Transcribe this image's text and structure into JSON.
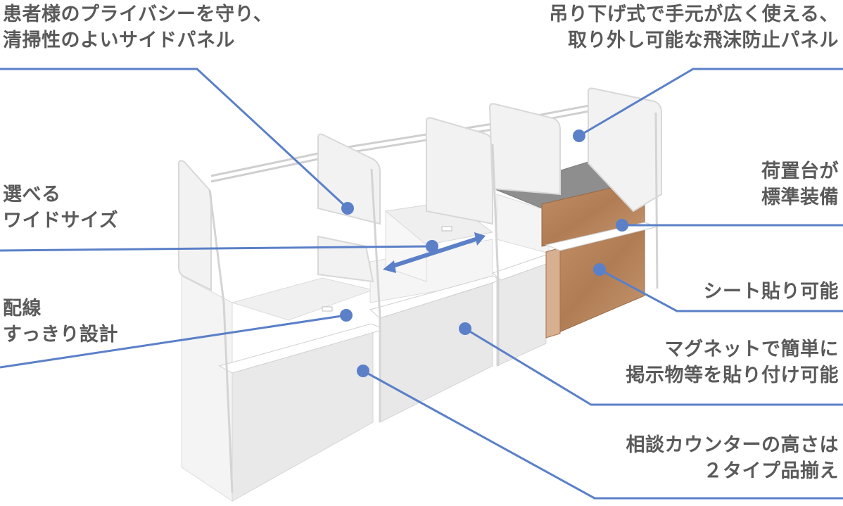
{
  "colors": {
    "leader": "#5b80c8",
    "label_text": "#5a5a5a",
    "panel_fill": "#f1f1f1",
    "panel_frame": "#d9d9d9",
    "cabinet_front": "#ececec",
    "cabinet_side": "#f6f6f6",
    "wood": "#b8865e",
    "wood_dark": "#a57450"
  },
  "annotations": {
    "privacy_panel": [
      "患者様のプライバシーを守り、",
      "清掃性のよいサイドパネル"
    ],
    "splash_panel": [
      "吊り下げ式で手元が広く使える、",
      "取り外し可能な飛沫防止パネル"
    ],
    "wide_size": [
      "選べる",
      "ワイドサイズ"
    ],
    "shelf": [
      "荷置台が",
      "標準装備"
    ],
    "wiring": [
      "配線",
      "すっきり設計"
    ],
    "sheet": [
      "シート貼り可能"
    ],
    "magnet": [
      "マグネットで簡単に",
      "掲示物等を貼り付け可能"
    ],
    "height": [
      "相談カウンターの高さは",
      "２タイプ品揃え"
    ]
  }
}
